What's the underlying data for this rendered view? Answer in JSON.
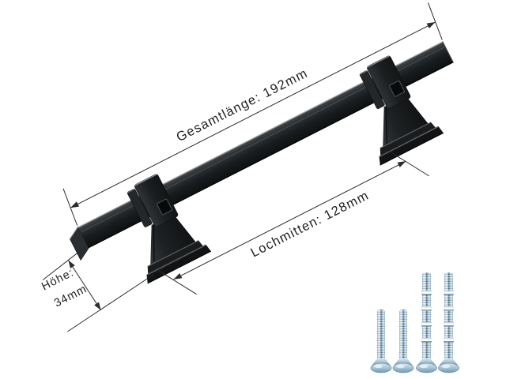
{
  "diagram": {
    "background": "#ffffff",
    "labels": {
      "total_length": "Gesamtlänge: 192mm",
      "hole_centers": "Lochmitten: 128mm",
      "height_line1": "Höhe:",
      "height_line2": "34mm"
    },
    "measurements": {
      "total_length_mm": 192,
      "hole_centers_mm": 128,
      "height_mm": 34
    },
    "product": {
      "type": "cabinet-pull-handle",
      "color_hex": "#1a1d1f"
    },
    "hardware": {
      "screws_total": 4,
      "screws_short": 2,
      "screws_long": 2,
      "screw_color_hex": "#a9c4d6"
    },
    "annotation_color_hex": "#2b2b2b"
  }
}
